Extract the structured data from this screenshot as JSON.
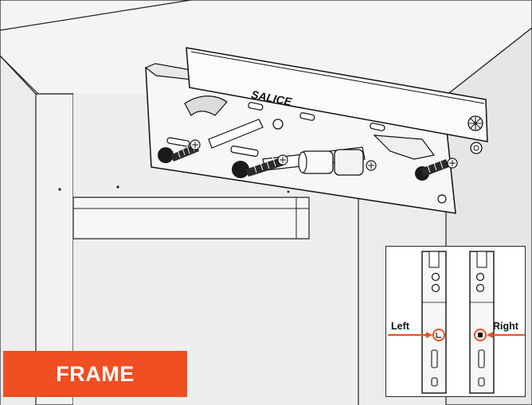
{
  "badge": {
    "label": "FRAME",
    "color": "#f04e23"
  },
  "inset": {
    "left_label": "Left",
    "right_label": "Right",
    "arrow_color": "#f04e23"
  },
  "mechanism": {
    "brand": "SALICE"
  }
}
